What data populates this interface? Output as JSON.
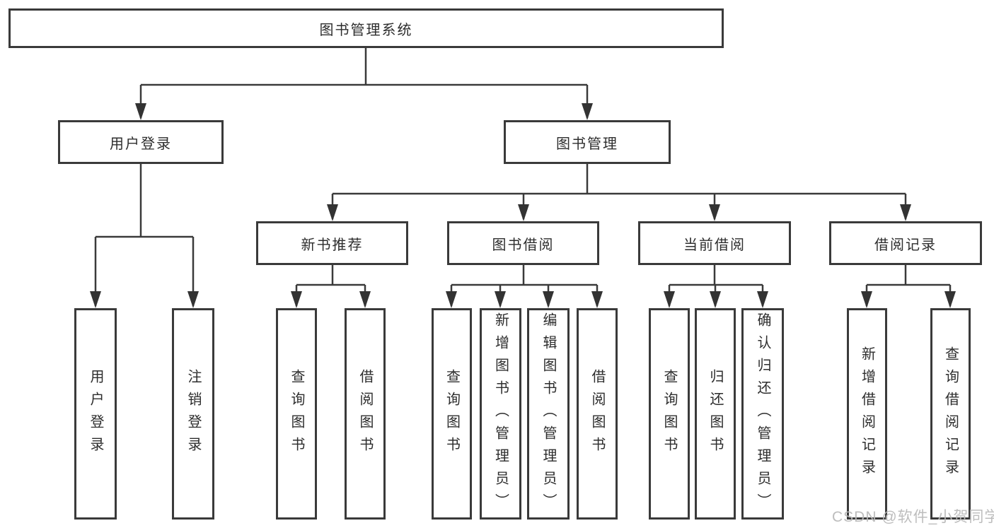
{
  "diagram": {
    "root": {
      "label": "图书管理系统"
    },
    "branches": [
      {
        "label": "用户登录",
        "children": [
          {
            "label": "用户登录"
          },
          {
            "label": "注销登录"
          }
        ]
      },
      {
        "label": "图书管理",
        "children": [
          {
            "label": "新书推荐",
            "children": [
              {
                "label": "查询图书"
              },
              {
                "label": "借阅图书"
              }
            ]
          },
          {
            "label": "图书借阅",
            "children": [
              {
                "label": "查询图书"
              },
              {
                "label": "新增图书（管理员）"
              },
              {
                "label": "编辑图书（管理员）"
              },
              {
                "label": "借阅图书"
              }
            ]
          },
          {
            "label": "当前借阅",
            "children": [
              {
                "label": "查询图书"
              },
              {
                "label": "归还图书"
              },
              {
                "label": "确认归还（管理员）"
              }
            ]
          },
          {
            "label": "借阅记录",
            "children": [
              {
                "label": "新增借阅记录"
              },
              {
                "label": "查询借阅记录"
              }
            ]
          }
        ]
      }
    ]
  },
  "watermark": {
    "text": "CSDN @软件_小贺同学"
  },
  "colors": {
    "line": "#3a3a3a",
    "border": "#3a3a3a",
    "text": "#2d2d2d",
    "background": "#ffffff",
    "watermark": "#b9b9b9"
  }
}
